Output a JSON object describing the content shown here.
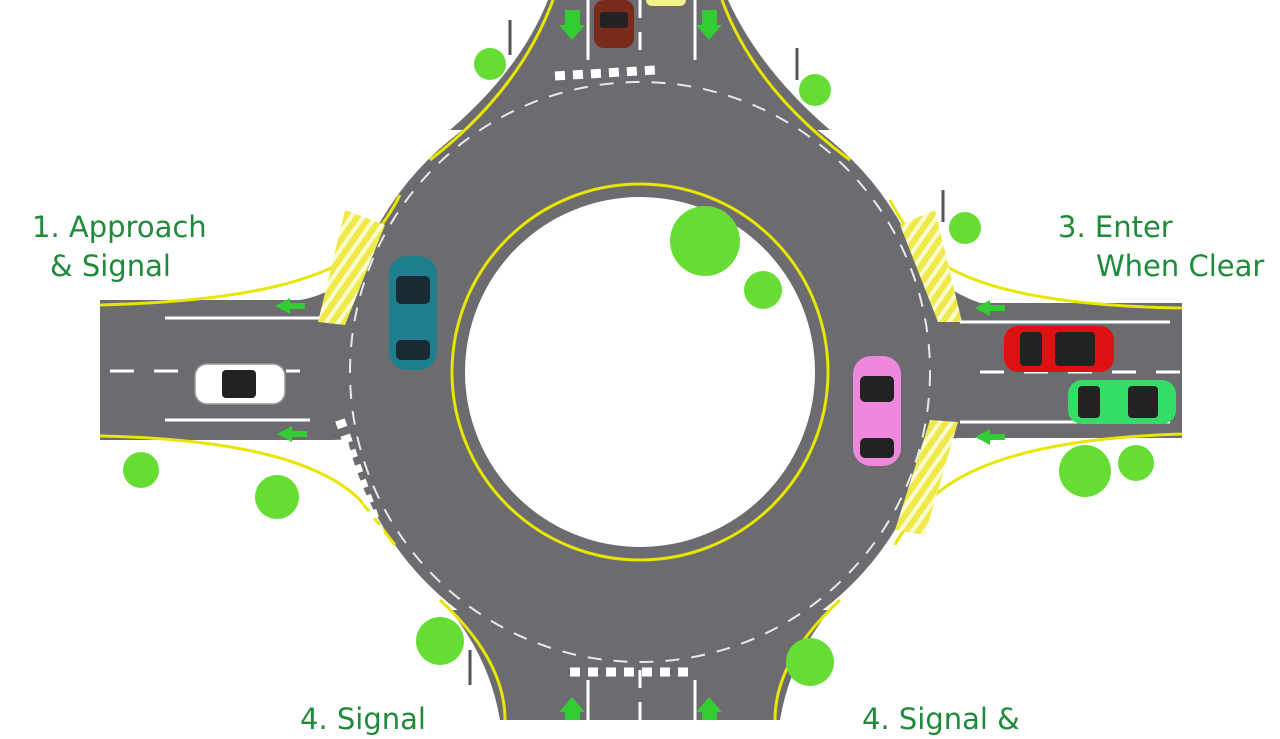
{
  "labels": {
    "step1_line1": "1. Approach",
    "step1_line2": "& Signal",
    "step3_line1": "3. Enter",
    "step3_line2": "When Clear",
    "step4_bottom_left": "4. Signal",
    "step4_bottom_right": "4. Signal &"
  },
  "colors": {
    "road": "#6c6c70",
    "road_edge": "#e8e500",
    "lane_marking": "#ffffff",
    "arrow": "#33cc33",
    "tree": "#66dd33",
    "label_text": "#1f8a3a",
    "crosswalk_yellow": "#f0e94a"
  },
  "vehicles": [
    {
      "name": "white-car",
      "color": "#ffffff"
    },
    {
      "name": "teal-car",
      "color": "#1e7f8c"
    },
    {
      "name": "pink-car",
      "color": "#ee88dd"
    },
    {
      "name": "red-car",
      "color": "#dd1111"
    },
    {
      "name": "green-car",
      "color": "#33dd66"
    },
    {
      "name": "dark-red-car",
      "color": "#7a2a1a"
    },
    {
      "name": "yellow-car",
      "color": "#f5ef88"
    }
  ]
}
